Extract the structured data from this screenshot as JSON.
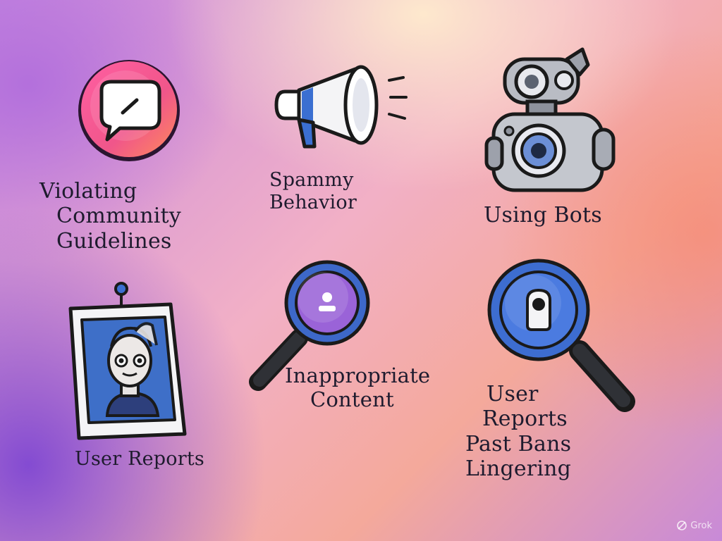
{
  "items": [
    {
      "icon": "chat-bubble-icon",
      "lines": [
        "Violating",
        "Community",
        "Guidelines"
      ]
    },
    {
      "icon": "megaphone-icon",
      "lines": [
        "Spammy",
        "Behavior"
      ]
    },
    {
      "icon": "robot-camera-icon",
      "lines": [
        "Using Bots"
      ]
    },
    {
      "icon": "user-profile-frame-icon",
      "lines": [
        "User Reports"
      ]
    },
    {
      "icon": "magnifier-user-icon",
      "lines": [
        "Inappropriate",
        "Content"
      ]
    },
    {
      "icon": "magnifier-user-large-icon",
      "lines": [
        "User",
        "Reports",
        "Past Bans",
        "Lingering"
      ]
    }
  ],
  "watermark": {
    "text": "Grok",
    "icon": "grok-logo-icon"
  }
}
